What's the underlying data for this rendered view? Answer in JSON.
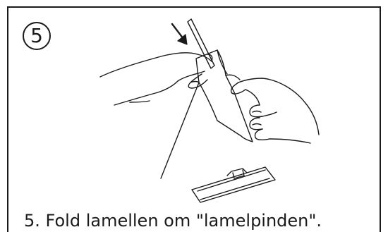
{
  "step": {
    "number": "5",
    "caption": "5. Fold lamellen om \"lamelpinden\"."
  },
  "illustration": {
    "subject": "hands-folding-lamella-around-pin",
    "stroke_color": "#1a1a1a"
  }
}
